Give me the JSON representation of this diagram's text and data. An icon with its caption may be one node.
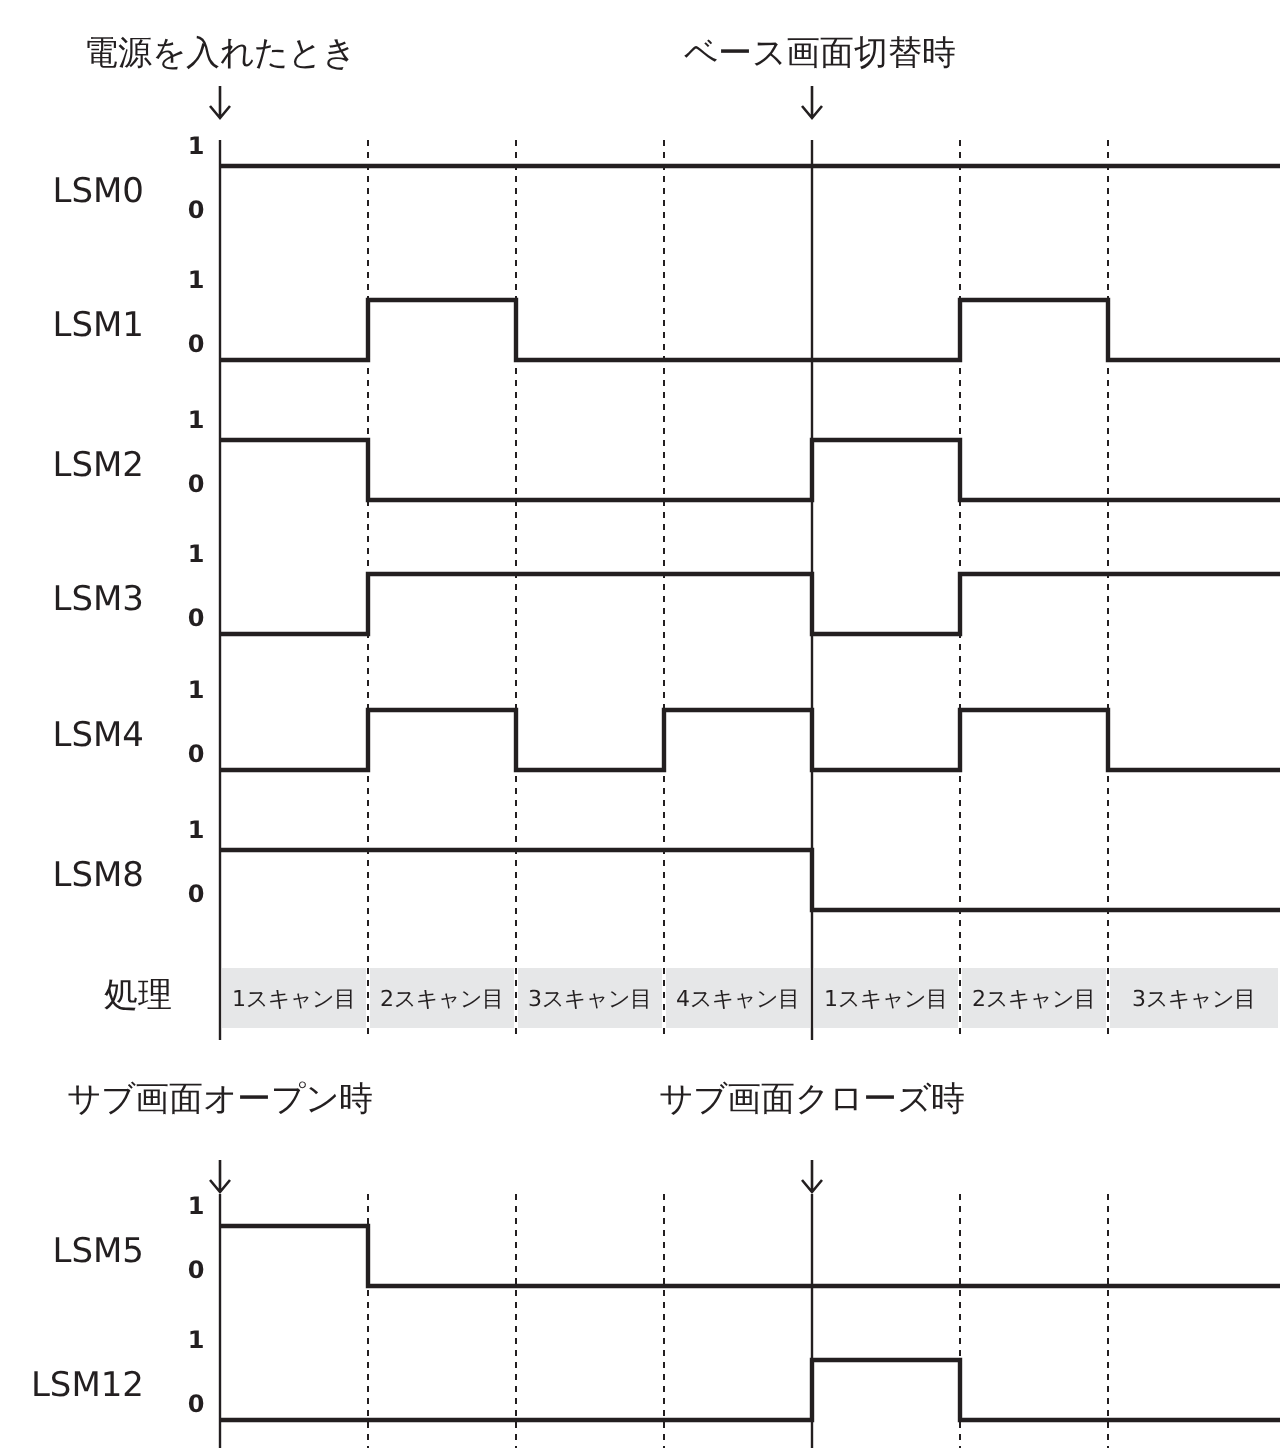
{
  "diagram": {
    "labels": [
      "電源を入れたとき",
      "ベース画面切替時",
      "LSM0",
      "1",
      "0",
      "LSM1",
      "1",
      "0",
      "LSM2",
      "1",
      "0",
      "LSM3",
      "1",
      "0",
      "LSM4",
      "1",
      "0",
      "LSM8",
      "1",
      "0",
      "処理",
      "1スキャン目",
      "2スキャン目",
      "3スキャン目",
      "4スキャン目",
      "1スキャン目",
      "2スキャン目",
      "3スキャン目",
      "サブ画面オープン時",
      "サブ画面クローズ時",
      "LSM5",
      "1",
      "0",
      "LSM12",
      "1",
      "0"
    ]
  }
}
